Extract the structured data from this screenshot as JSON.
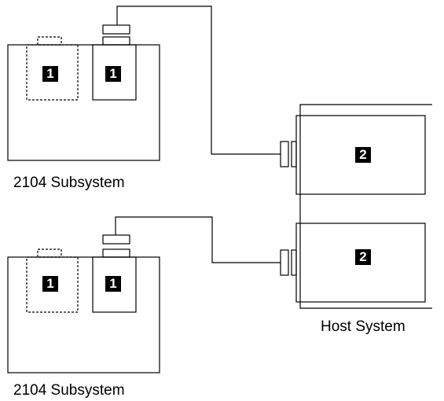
{
  "subsystems": [
    {
      "label": "2104 Subsystem",
      "slot_labels": [
        "1",
        "1"
      ]
    },
    {
      "label": "2104 Subsystem",
      "slot_labels": [
        "1",
        "1"
      ]
    }
  ],
  "host": {
    "label": "Host System",
    "adapter_labels": [
      "2",
      "2"
    ]
  }
}
